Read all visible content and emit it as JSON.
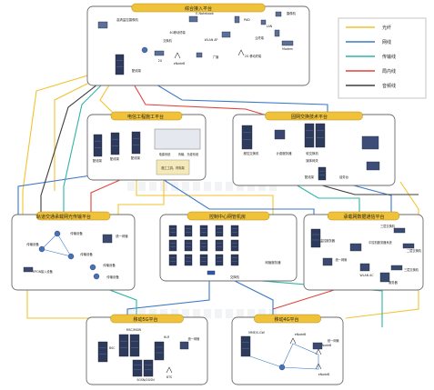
{
  "legend": {
    "items": [
      {
        "label": "光纤",
        "color": "#f2c230"
      },
      {
        "label": "网线",
        "color": "#3a78c8"
      },
      {
        "label": "传输线",
        "color": "#2fb3a7"
      },
      {
        "label": "局内线",
        "color": "#e0443a"
      },
      {
        "label": "音频线",
        "color": "#3d3d3d"
      }
    ]
  },
  "panels": {
    "access": {
      "title": "综合接入平台",
      "labels": [
        "高清监控摄像机",
        "E-Notebook",
        "PAD",
        "摄像机",
        "LAN",
        "云终端",
        "WLAN AP",
        "4G移动终端",
        "eNodeB",
        "2G 移动终端",
        "广播",
        "Modem",
        "交换机",
        "配线架",
        "2G"
      ]
    },
    "telecom": {
      "title": "电信工程施工平台",
      "labels": [
        "配线架",
        "配线架",
        "配线架",
        "电源系统",
        "传输、光缆系统",
        "施工工具、材料架"
      ]
    },
    "exchange": {
      "title": "固网交换技术平台",
      "labels": [
        "程控交换机",
        "计费服务器",
        "软交换机",
        "媒体网关",
        "配线架",
        "话务台"
      ]
    },
    "rail": {
      "title": "轨道交通承载网光传输平台",
      "labels": [
        "传输设备",
        "传输设备",
        "传输设备",
        "统一网管",
        "EPON接入设备",
        "传输设备",
        "传输设备"
      ]
    },
    "control": {
      "title": "控制中心网管机房",
      "labels": [
        "网管服务器",
        "交换机"
      ]
    },
    "bearer": {
      "title": "承载网数据通信平台",
      "labels": [
        "监控服务器",
        "三层交换机",
        "中控机服务器系统",
        "二层交换机",
        "统一网管",
        "三层交换机",
        "WLAN AC",
        "服务器"
      ]
    },
    "mobile": {
      "title": "移动5G平台",
      "labels": [
        "MSC/MGW",
        "HLR",
        "统一网管",
        "BSC",
        "SGSN/GGSN",
        "BTS"
      ]
    },
    "lte": {
      "title": "移动4G平台",
      "labels": [
        "MME/S-GW",
        "eNodeB",
        "eNodeB",
        "统一网管",
        "eNodeB"
      ]
    }
  }
}
